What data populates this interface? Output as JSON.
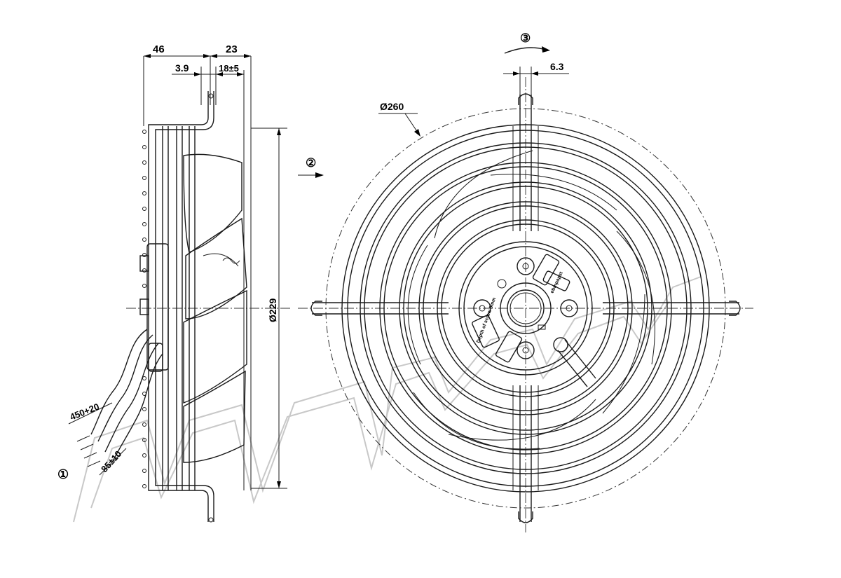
{
  "side_view": {
    "dim_total_depth": "46",
    "dim_guard_depth": "23",
    "dim_offset": "3.9",
    "dim_tolerance": "18±5",
    "dim_diameter": "Ø229",
    "dim_cable_length": "450+20",
    "dim_strip_length": "85±10"
  },
  "front_view": {
    "dim_outer_diameter": "Ø260",
    "dim_slot": "6.3",
    "hub_label_depth": "Depth of screw 5mm",
    "hub_label_brand": "ebmpapst"
  },
  "markers": {
    "leads": "①",
    "airflow": "②",
    "rotation": "③"
  },
  "watermark": "decorative"
}
